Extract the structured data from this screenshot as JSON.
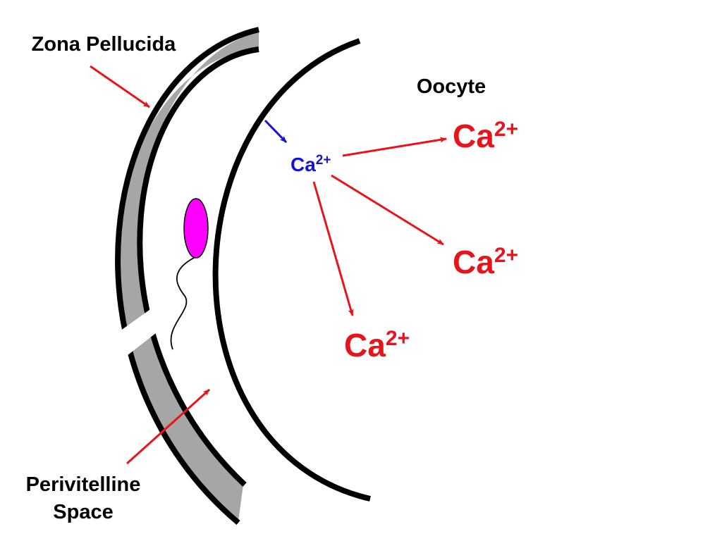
{
  "labels": {
    "zona_pellucida": "Zona Pellucida",
    "oocyte": "Oocyte",
    "perivitelline_line1": "Perivitelline",
    "perivitelline_line2": "Space"
  },
  "ions": {
    "symbol": "Ca",
    "charge": "2+",
    "release": [
      {
        "symbol": "Ca",
        "charge": "2+"
      },
      {
        "symbol": "Ca",
        "charge": "2+"
      },
      {
        "symbol": "Ca",
        "charge": "2+"
      }
    ]
  },
  "colors": {
    "arrow": "#e8141b",
    "ion_small": "#1414d8",
    "ion_large": "#e8141b",
    "zona_fill": "#a6a6a6",
    "outline": "#000000",
    "sperm_head": "#ff00ff"
  }
}
